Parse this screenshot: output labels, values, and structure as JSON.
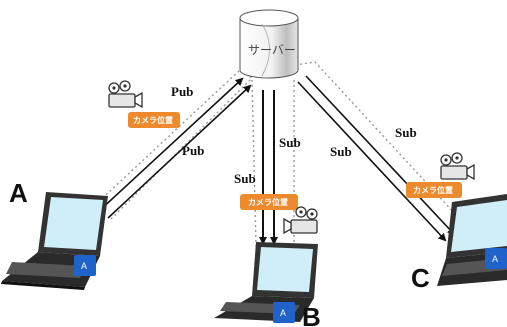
{
  "server": {
    "label": "サーバー"
  },
  "arrow_labels": {
    "pub_top": "Pub",
    "pub_bottom": "Pub",
    "sub_mid_right": "Sub",
    "sub_mid_left": "Sub",
    "sub_c_left": "Sub",
    "sub_c_right": "Sub"
  },
  "camera_tag": {
    "a": "カメラ位置",
    "b": "カメラ位置",
    "c": "カメラ位置"
  },
  "nodes": {
    "a": {
      "letter": "A",
      "badge": "A"
    },
    "b": {
      "letter": "B",
      "badge": "A"
    },
    "c": {
      "letter": "C",
      "badge": "A"
    }
  },
  "colors": {
    "tag_orange": "#ee8a2e",
    "badge_blue": "#1f62c9",
    "screen_blue": "#cfeef8",
    "laptop_dark": "#333333"
  }
}
